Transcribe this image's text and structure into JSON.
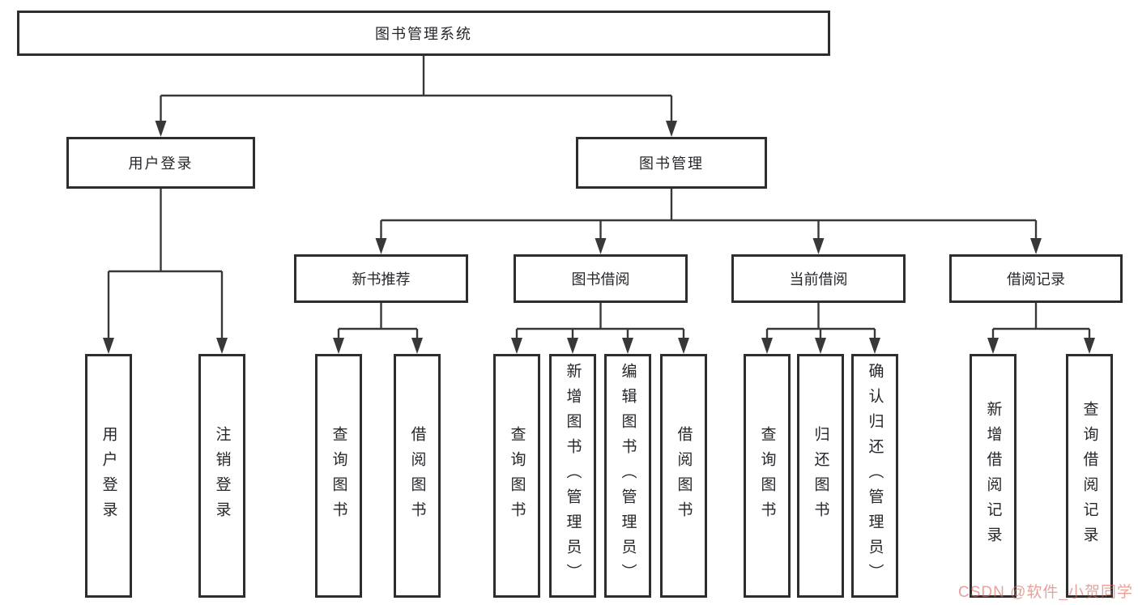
{
  "diagram": {
    "root": {
      "label": "图书管理系统"
    },
    "level2": [
      {
        "label": "用户登录"
      },
      {
        "label": "图书管理"
      }
    ],
    "level3": [
      {
        "label": "新书推荐"
      },
      {
        "label": "图书借阅"
      },
      {
        "label": "当前借阅"
      },
      {
        "label": "借阅记录"
      }
    ],
    "leaves": [
      {
        "label": "用户登录"
      },
      {
        "label": "注销登录"
      },
      {
        "label": "查询图书"
      },
      {
        "label": "借阅图书"
      },
      {
        "label": "查询图书"
      },
      {
        "label": "新增图书（管理员）"
      },
      {
        "label": "编辑图书（管理员）"
      },
      {
        "label": "借阅图书"
      },
      {
        "label": "查询图书"
      },
      {
        "label": "归还图书"
      },
      {
        "label": "确认归还（管理员）"
      },
      {
        "label": "新增借阅记录"
      },
      {
        "label": "查询借阅记录"
      }
    ],
    "watermark": "CSDN @软件_小贺同学",
    "colors": {
      "line": "#383838",
      "border": "#2d2d2d",
      "text": "#26262b",
      "watermark": "#d9685c"
    }
  }
}
